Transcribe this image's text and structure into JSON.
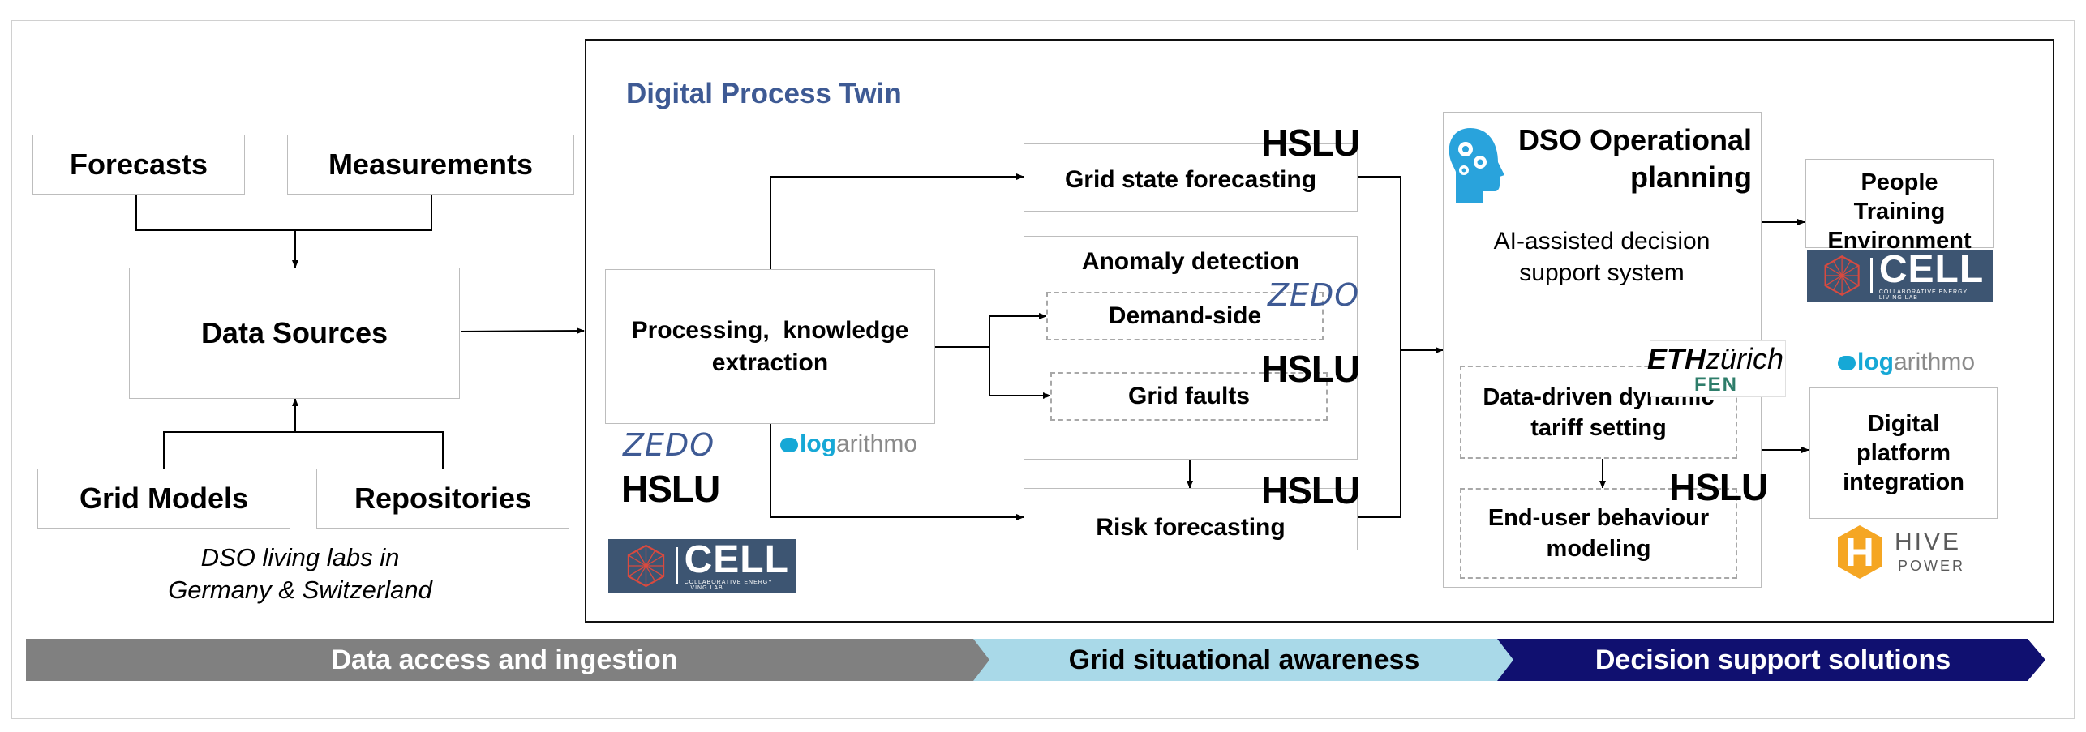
{
  "sources": {
    "forecasts": "Forecasts",
    "measurements": "Measurements",
    "data_sources": "Data Sources",
    "grid_models": "Grid Models",
    "repositories": "Repositories",
    "caption_line1": "DSO living labs in",
    "caption_line2": "Germany & Switzerland"
  },
  "twin": {
    "title": "Digital Process Twin",
    "processing_line1": "Processing,  knowledge",
    "processing_line2": "extraction",
    "grid_state": "Grid state forecasting",
    "anomaly_title": "Anomaly detection",
    "demand_side": "Demand-side",
    "grid_faults": "Grid faults",
    "risk": "Risk forecasting"
  },
  "decision": {
    "title_line1": "DSO Operational",
    "title_line2": "planning",
    "ai_line1": "AI-assisted decision",
    "ai_line2": "support system",
    "tariff_line1": "Data-driven dynamic",
    "tariff_line2": "tariff setting",
    "enduser_line1": "End-user behaviour",
    "enduser_line2": "modeling",
    "people_line1": "People",
    "people_line2": "Training",
    "people_line3": "Environment",
    "digital_line1": "Digital",
    "digital_line2": "platform",
    "digital_line3": "integration"
  },
  "logos": {
    "hslu": "HSLU",
    "zedo": "ZEDO",
    "cell": "CELL",
    "cell_tagline": "COLLABORATIVE ENERGY LIVING LAB",
    "logarithmo_log": "log",
    "logarithmo_rest": "arithmo",
    "eth_bold": "ETH",
    "eth_rest": "zürich",
    "fen": "FEN",
    "hive_line1": "HIVE",
    "hive_line2": "POWER"
  },
  "banner": {
    "stage1": "Data access and ingestion",
    "stage2": "Grid situational awareness",
    "stage3": "Decision support solutions"
  },
  "colors": {
    "twin_title": "#3e5a94",
    "stage1": "#808080",
    "stage2": "#a9d9e8",
    "stage3": "#101070",
    "cell_bg": "#3d5572",
    "cell_red": "#d94a3f",
    "logarithmo": "#16a8d6",
    "brain": "#29a3dc",
    "hive": "#f5a623"
  }
}
